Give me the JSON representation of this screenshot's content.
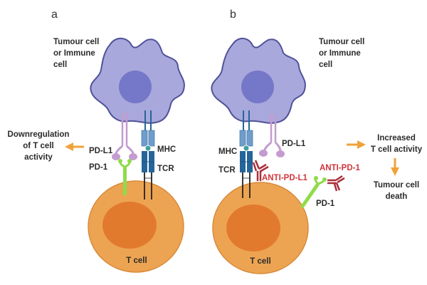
{
  "panels": [
    {
      "id": "a",
      "letter": "a",
      "top_cell_label": [
        "Tumour cell",
        "or Immune",
        "cell"
      ],
      "bottom_cell_label": "T cell",
      "receptors": {
        "pdl1": "PD-L1",
        "pd1": "PD-1",
        "mhc": "MHC",
        "tcr": "TCR"
      },
      "outcome": [
        "Downregulation",
        "of T cell",
        "activity"
      ]
    },
    {
      "id": "b",
      "letter": "b",
      "top_cell_label": [
        "Tumour cell",
        "or Immune",
        "cell"
      ],
      "bottom_cell_label": "T cell",
      "receptors": {
        "pdl1": "PD-L1",
        "pd1": "PD-1",
        "mhc": "MHC",
        "tcr": "TCR"
      },
      "antibodies": {
        "anti_pdl1": "ANTI-PD-L1",
        "anti_pd1": "ANTI-PD-1"
      },
      "outcome": [
        "Increased",
        "T cell activity"
      ],
      "final_outcome": [
        "Tumour cell",
        "death"
      ]
    }
  ],
  "colors": {
    "tumour_cell_fill": "#a9a8dc",
    "tumour_cell_stroke": "#4f5297",
    "tumour_nucleus": "#7577c8",
    "tcell_fill": "#eda452",
    "tcell_stroke": "#d98a3a",
    "tcell_nucleus": "#e27a2e",
    "pdl1": "#c49bd0",
    "pd1": "#8fdc4a",
    "mhc": "#6f9ccb",
    "tcr": "#25659a",
    "antibody": "#a8303a",
    "arrow": "#f0a33a"
  }
}
